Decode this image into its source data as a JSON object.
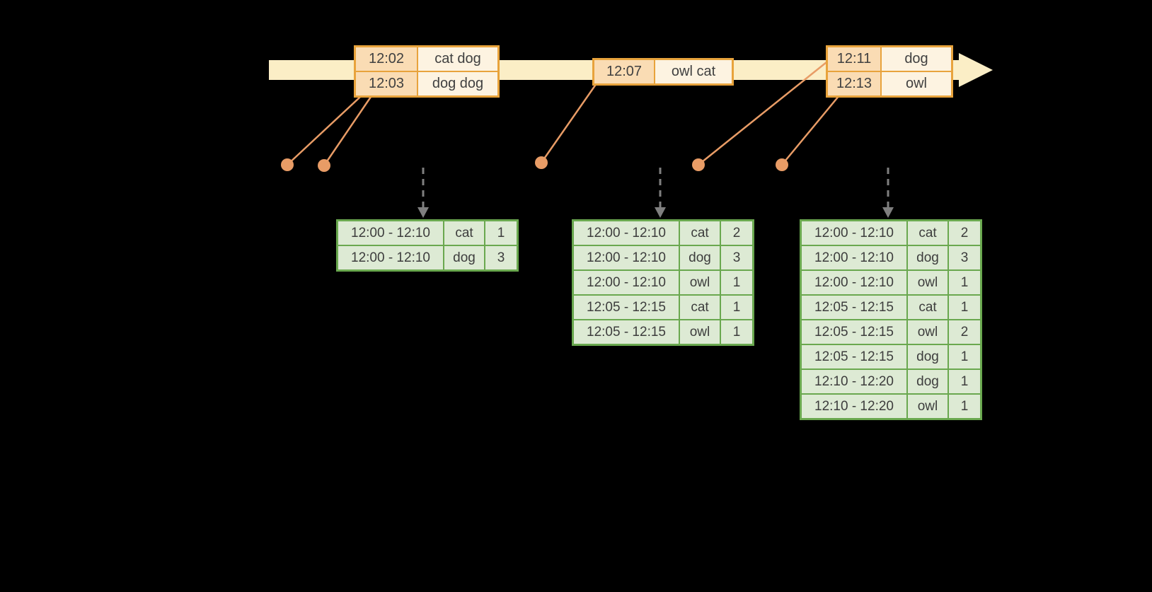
{
  "colors": {
    "background": "#000000",
    "timeline_fill": "#FBEEC6",
    "event_table_border": "#E8A33C",
    "event_time_cell_fill": "#FADCB4",
    "event_word_cell_fill": "#FDF3E1",
    "connector_and_dots": "#E89C66",
    "trigger_arrow": "#7F7F7F",
    "result_table_border": "#6AA84F",
    "result_cell_fill": "#DDEAD4"
  },
  "event_tables": [
    {
      "rows": [
        {
          "time": "12:02",
          "words": "cat dog"
        },
        {
          "time": "12:03",
          "words": "dog dog"
        }
      ]
    },
    {
      "rows": [
        {
          "time": "12:07",
          "words": "owl cat"
        }
      ]
    },
    {
      "rows": [
        {
          "time": "12:11",
          "words": "dog"
        },
        {
          "time": "12:13",
          "words": "owl"
        }
      ]
    }
  ],
  "result_tables": [
    {
      "rows": [
        [
          "12:00 - 12:10",
          "cat",
          "1"
        ],
        [
          "12:00 - 12:10",
          "dog",
          "3"
        ]
      ]
    },
    {
      "rows": [
        [
          "12:00 - 12:10",
          "cat",
          "2"
        ],
        [
          "12:00 - 12:10",
          "dog",
          "3"
        ],
        [
          "12:00 - 12:10",
          "owl",
          "1"
        ],
        [
          "12:05 - 12:15",
          "cat",
          "1"
        ],
        [
          "12:05 - 12:15",
          "owl",
          "1"
        ]
      ]
    },
    {
      "rows": [
        [
          "12:00 - 12:10",
          "cat",
          "2"
        ],
        [
          "12:00 - 12:10",
          "dog",
          "3"
        ],
        [
          "12:00 - 12:10",
          "owl",
          "1"
        ],
        [
          "12:05 - 12:15",
          "cat",
          "1"
        ],
        [
          "12:05 - 12:15",
          "owl",
          "2"
        ],
        [
          "12:05 - 12:15",
          "dog",
          "1"
        ],
        [
          "12:10 - 12:20",
          "dog",
          "1"
        ],
        [
          "12:10 - 12:20",
          "owl",
          "1"
        ]
      ]
    }
  ]
}
